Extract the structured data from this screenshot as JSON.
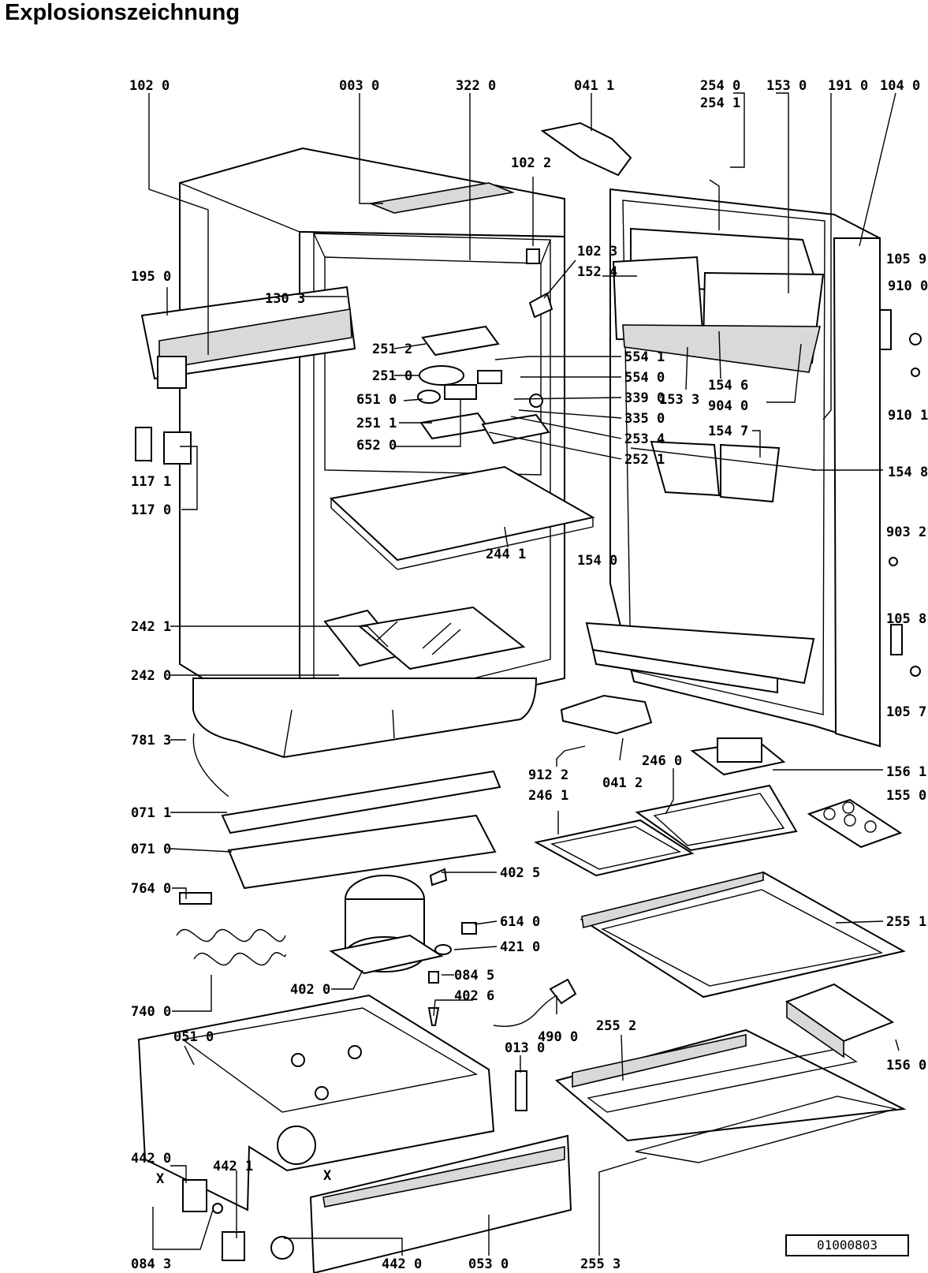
{
  "title": "Explosionszeichnung",
  "document_id": "01000803",
  "labels": [
    {
      "id": "l1020",
      "text": "102 0"
    },
    {
      "id": "l0030",
      "text": "003 0"
    },
    {
      "id": "l3220",
      "text": "322 0"
    },
    {
      "id": "l0411",
      "text": "041 1"
    },
    {
      "id": "l2540",
      "text": "254 0"
    },
    {
      "id": "l2541",
      "text": "254 1"
    },
    {
      "id": "l1530",
      "text": "153 0"
    },
    {
      "id": "l1910",
      "text": "191 0"
    },
    {
      "id": "l1040",
      "text": "104 0"
    },
    {
      "id": "l1022",
      "text": "102 2"
    },
    {
      "id": "l1023",
      "text": "102 3"
    },
    {
      "id": "l1524",
      "text": "152 4"
    },
    {
      "id": "l1059",
      "text": "105 9"
    },
    {
      "id": "l9100",
      "text": "910 0"
    },
    {
      "id": "l1950",
      "text": "195 0"
    },
    {
      "id": "l1303",
      "text": "130 3"
    },
    {
      "id": "l2512",
      "text": "251 2"
    },
    {
      "id": "l2510",
      "text": "251 0"
    },
    {
      "id": "l5541",
      "text": "554 1"
    },
    {
      "id": "l5540",
      "text": "554 0"
    },
    {
      "id": "l6510",
      "text": "651 0"
    },
    {
      "id": "l3390",
      "text": "339 0"
    },
    {
      "id": "l2511",
      "text": "251 1"
    },
    {
      "id": "l3350",
      "text": "335 0"
    },
    {
      "id": "l6520",
      "text": "652 0"
    },
    {
      "id": "l2534",
      "text": "253 4"
    },
    {
      "id": "l2521",
      "text": "252 1"
    },
    {
      "id": "l1533",
      "text": "153 3"
    },
    {
      "id": "l1546",
      "text": "154 6"
    },
    {
      "id": "l9040",
      "text": "904 0"
    },
    {
      "id": "l9101",
      "text": "910 1"
    },
    {
      "id": "l1547",
      "text": "154 7"
    },
    {
      "id": "l1171",
      "text": "117 1"
    },
    {
      "id": "l1170",
      "text": "117 0"
    },
    {
      "id": "l1548",
      "text": "154 8"
    },
    {
      "id": "l2441",
      "text": "244 1"
    },
    {
      "id": "l9032",
      "text": "903 2"
    },
    {
      "id": "l1540",
      "text": "154 0"
    },
    {
      "id": "l2421",
      "text": "242 1"
    },
    {
      "id": "l1058",
      "text": "105 8"
    },
    {
      "id": "l2420",
      "text": "242 0"
    },
    {
      "id": "l1057",
      "text": "105 7"
    },
    {
      "id": "l7813",
      "text": "781 3"
    },
    {
      "id": "l2460",
      "text": "246 0"
    },
    {
      "id": "l9122",
      "text": "912 2"
    },
    {
      "id": "l0412",
      "text": "041 2"
    },
    {
      "id": "l1561",
      "text": "156 1"
    },
    {
      "id": "l2461",
      "text": "246 1"
    },
    {
      "id": "l1550",
      "text": "155 0"
    },
    {
      "id": "l0711",
      "text": "071 1"
    },
    {
      "id": "l0710",
      "text": "071 0"
    },
    {
      "id": "l4025",
      "text": "402 5"
    },
    {
      "id": "l7640",
      "text": "764 0"
    },
    {
      "id": "l6140",
      "text": "614 0"
    },
    {
      "id": "l2551",
      "text": "255 1"
    },
    {
      "id": "l4210",
      "text": "421 0"
    },
    {
      "id": "l0845",
      "text": "084 5"
    },
    {
      "id": "l4020",
      "text": "402 0"
    },
    {
      "id": "l4026",
      "text": "402 6"
    },
    {
      "id": "l7400",
      "text": "740 0"
    },
    {
      "id": "l4900",
      "text": "490 0"
    },
    {
      "id": "l2552",
      "text": "255 2"
    },
    {
      "id": "l0510",
      "text": "051 0"
    },
    {
      "id": "l0130",
      "text": "013 0"
    },
    {
      "id": "l1560",
      "text": "156 0"
    },
    {
      "id": "l4420",
      "text": "442 0"
    },
    {
      "id": "l4421",
      "text": "442 1"
    },
    {
      "id": "l0843",
      "text": "084 3"
    },
    {
      "id": "l4420b",
      "text": "442 0"
    },
    {
      "id": "l0530",
      "text": "053 0"
    },
    {
      "id": "l2553",
      "text": "255 3"
    },
    {
      "id": "lx1",
      "text": "X"
    },
    {
      "id": "lx2",
      "text": "X"
    }
  ]
}
